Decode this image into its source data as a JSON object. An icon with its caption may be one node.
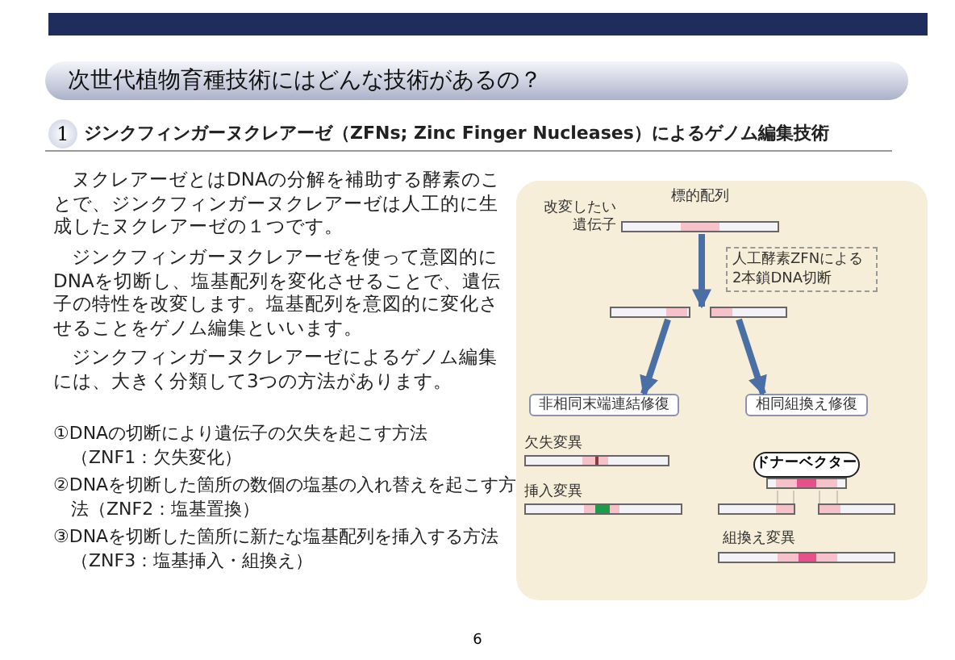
{
  "diagram": {
    "title": "次世代植物育種技術にはどんな技術があるの？",
    "nodes": [
      {
        "text": [],
        "shape": "bar",
        "beside": [
          "標的配列",
          "改変したい遺伝子"
        ]
      },
      {
        "text": [],
        "shape": "bar"
      },
      {
        "text": [
          "非相同末端連結修復"
        ]
      },
      {
        "text": [
          "相同組換え修復"
        ]
      },
      {
        "text": [],
        "shape": "bar",
        "beside": [
          "欠失変異"
        ]
      },
      {
        "text": [],
        "shape": "bar",
        "beside": [
          "挿入変異"
        ]
      },
      {
        "text": [
          "ドナーベクター"
        ]
      },
      {
        "text": [],
        "shape": "bar"
      },
      {
        "text": [],
        "shape": "bar"
      },
      {
        "text": [],
        "shape": "bar"
      },
      {
        "text": [],
        "shape": "bar",
        "beside": [
          "組換え変異"
        ]
      }
    ],
    "edges": [
      {
        "from": 0,
        "to": 1,
        "arrow": "to",
        "label": "人工酵素ZFNによる2本鎖DNA切断"
      },
      {
        "from": 1,
        "to": 2,
        "arrow": "to"
      },
      {
        "from": 1,
        "to": 3,
        "arrow": "to"
      },
      {
        "from": 7,
        "to": 8,
        "arrow": "none",
        "color": "#c8c0b0"
      },
      {
        "from": 7,
        "to": 9,
        "arrow": "none",
        "color": "#c8c0b0"
      }
    ],
    "labels": [
      "1",
      "ジンクフィンガーヌクレアーゼ（ZFNs; Zinc Finger Nucleases）によるゲノム編集技術",
      "ヌクレアーゼとはDNAの分解を補助する酵素のことで、ジンクフィンガーヌクレアーゼは人工的に生成したヌクレアーゼの１つです。",
      "ジンクフィンガーヌクレアーゼを使って意図的にDNAを切断し、塩基配列を変化させることで、遺伝子の特性を改変します。塩基配列を意図的に変化させることをゲノム編集といいます。",
      "ジンクフィンガーヌクレアーゼによるゲノム編集には、大きく分類して3つの方法があります。",
      "①DNAの切断により遺伝子の欠失を起こす方法（ZNF1：欠失変化）",
      "②DNAを切断した箇所の数個の塩基の入れ替えを起こす方法（ZNF2：塩基置換）",
      "③DNAを切断した箇所に新たな塩基配列を挿入する方法（ZNF3：塩基挿入・組換え）",
      "6"
    ]
  }
}
